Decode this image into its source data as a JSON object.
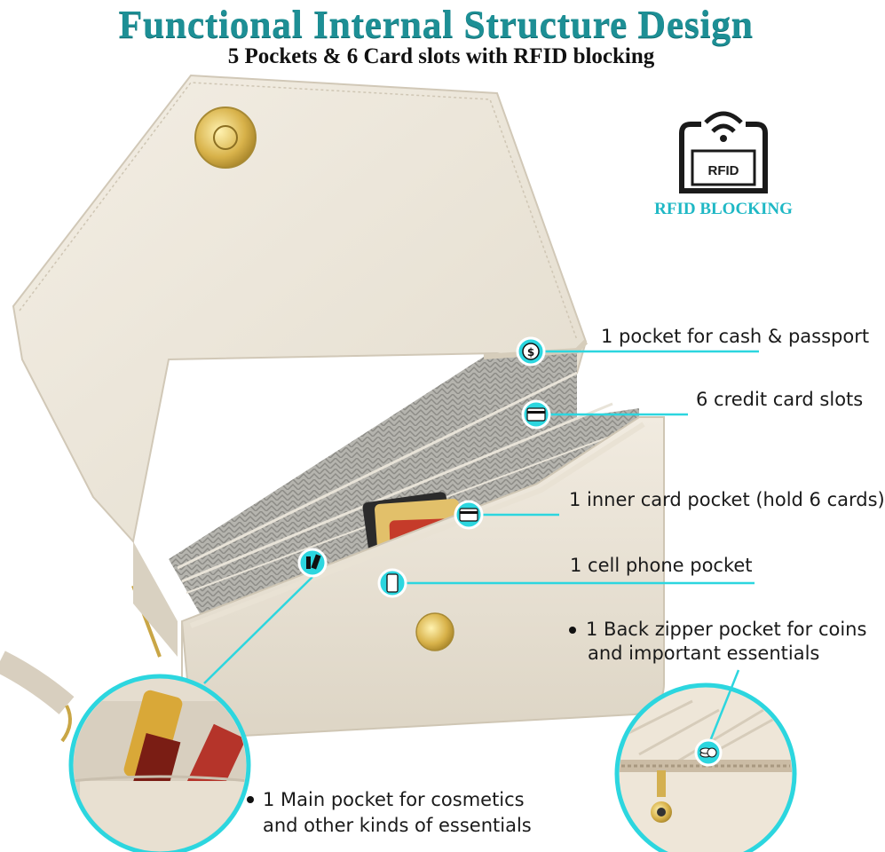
{
  "header": {
    "title": "Functional Internal Structure Design",
    "subtitle": "5 Pockets & 6 Card slots with RFID blocking"
  },
  "rfid_badge": {
    "icon_text": "RFID",
    "caption": "RFID BLOCKING"
  },
  "features": [
    "1 pocket for cash & passport",
    "6 credit card slots",
    "1 inner card pocket (hold 6 cards)",
    "1 cell phone pocket",
    "1 Back zipper pocket for coins",
    "and important essentials",
    "1 Main pocket for cosmetics",
    "and other kinds of essentials"
  ],
  "colors": {
    "accent": "#1d8f95",
    "callout": "#2cd6df",
    "bag": "#ede6d9",
    "lining": "#9a9a96"
  }
}
